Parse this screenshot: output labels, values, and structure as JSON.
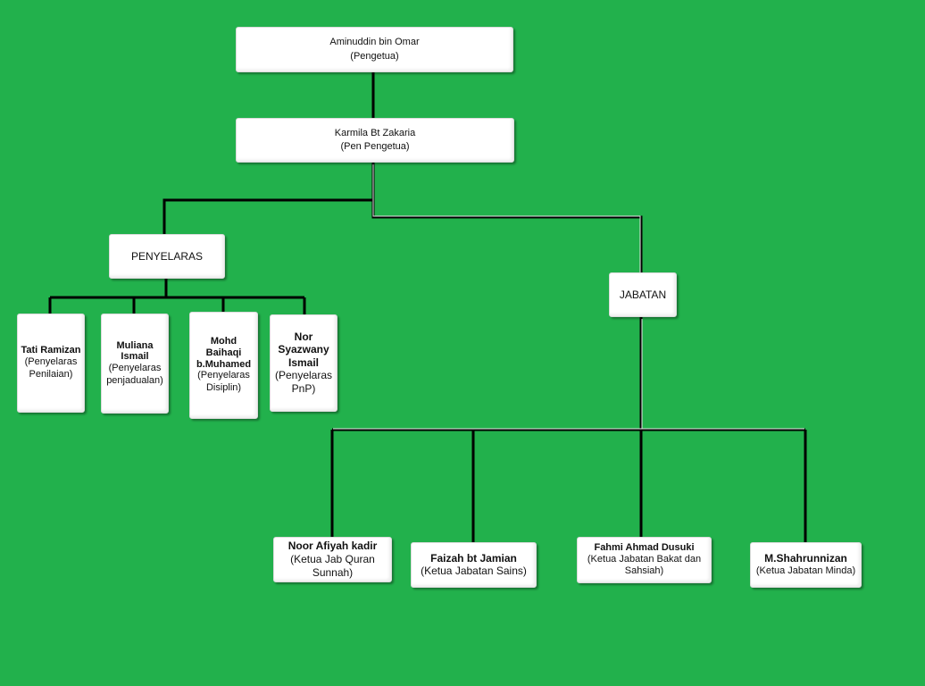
{
  "top": {
    "name": "Aminuddin bin Omar",
    "role": "(Pengetua)"
  },
  "second": {
    "name": "Karmila Bt Zakaria",
    "role": "(Pen Pengetua)"
  },
  "penyelaras": {
    "label": "PENYELARAS",
    "members": [
      {
        "name": "Tati Ramizan",
        "role": "(Penyelaras Penilaian)"
      },
      {
        "name": "Muliana Ismail",
        "role": "(Penyelaras penjadualan)"
      },
      {
        "name": "Mohd Baihaqi b.Muhamed",
        "role": "(Penyelaras Disiplin)"
      },
      {
        "name": "Nor Syazwany Ismail",
        "role": "(Penyelaras PnP)"
      }
    ]
  },
  "jabatan": {
    "label": "JABATAN",
    "members": [
      {
        "name": "Noor Afiyah kadir",
        "role": "(Ketua Jab Quran Sunnah)"
      },
      {
        "name": "Faizah bt Jamian",
        "role": "(Ketua Jabatan Sains)"
      },
      {
        "name": "Fahmi Ahmad Dusuki",
        "role": "(Ketua Jabatan Bakat dan Sahsiah)"
      },
      {
        "name": "M.Shahrunnizan",
        "role": "(Ketua Jabatan Minda)"
      }
    ]
  }
}
